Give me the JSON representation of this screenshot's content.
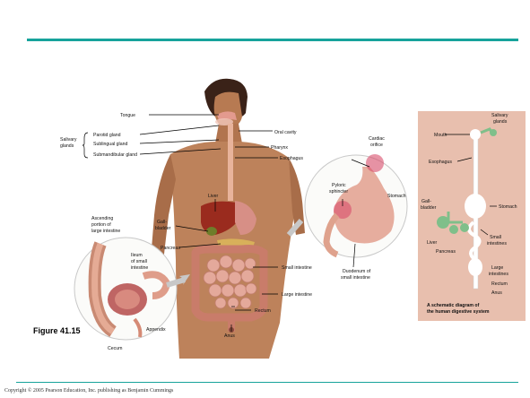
{
  "figure": {
    "label": "Figure 41.15"
  },
  "copyright": "Copyright © 2005 Pearson Education, Inc. publishing as Benjamin Cummings",
  "labels": {
    "tongue": "Tongue",
    "oral_cavity": "Oral cavity",
    "salivary_glands": [
      "Salivary",
      "glands"
    ],
    "parotid": "Parotid gland",
    "sublingual": "Sublingual gland",
    "submandibular": "Submandibular gland",
    "pharynx": "Pharynx",
    "esophagus": "Esophagus",
    "cardiac": [
      "Cardiac",
      "orifice"
    ],
    "pyloric": [
      "Pyloric",
      "sphincter"
    ],
    "stomach": "Stomach",
    "liver": "Liver",
    "gallbladder": [
      "Gall-",
      "bladder"
    ],
    "pancreas": "Pancreas",
    "small_intestine": "Small intestine",
    "large_intestine": "Large intestine",
    "rectum": "Rectum",
    "anus": "Anus",
    "duodenum": [
      "Duodenum of",
      "small intestine"
    ],
    "ascending": [
      "Ascending",
      "portion of",
      "large intestine"
    ],
    "ileum": [
      "Ileum",
      "of small",
      "intestine"
    ],
    "appendix": "Appendix",
    "cecum": "Cecum"
  },
  "schematic": {
    "mouth": "Mouth",
    "salivary": [
      "Salivary",
      "glands"
    ],
    "esophagus": "Esophagus",
    "gallbladder": [
      "Gall-",
      "bladder"
    ],
    "stomach": "Stomach",
    "small_int": [
      "Small",
      "intestines"
    ],
    "liver": "Liver",
    "pancreas": "Pancreas",
    "large_int": [
      "Large",
      "intestines"
    ],
    "rectum": "Rectum",
    "anus": "Anus",
    "caption": [
      "A schematic diagram of",
      "the human digestive system"
    ]
  }
}
